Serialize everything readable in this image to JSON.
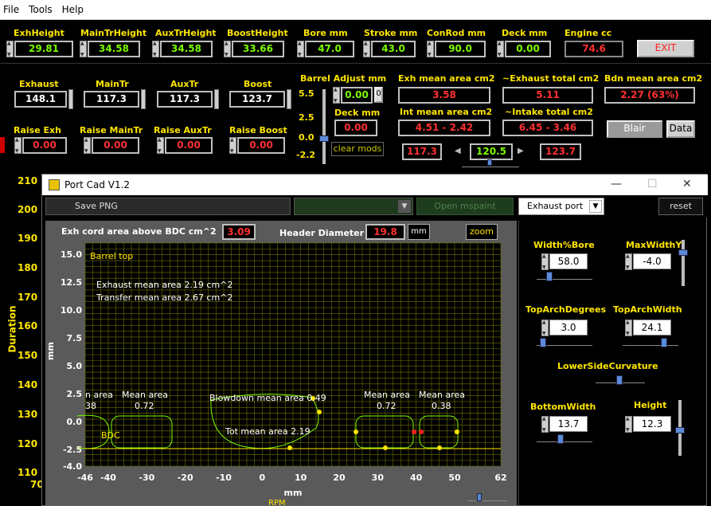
{
  "menu": [
    "File",
    "Tools",
    "Help"
  ],
  "row1": [
    {
      "label": "ExhHeight",
      "value": "29.81",
      "color": "green"
    },
    {
      "label": "MainTrHeight",
      "value": "34.58",
      "color": "green"
    },
    {
      "label": "AuxTrHeight",
      "value": "34.58",
      "color": "green"
    },
    {
      "label": "BoostHeight",
      "value": "33.66",
      "color": "green"
    },
    {
      "label": "Bore mm",
      "value": "47.0",
      "color": "green"
    },
    {
      "label": "Stroke mm",
      "value": "43.0",
      "color": "green"
    },
    {
      "label": "ConRod mm",
      "value": "90.0",
      "color": "green"
    },
    {
      "label": "Deck mm",
      "value": "0.00",
      "color": "green"
    },
    {
      "label": "Engine cc",
      "value": "74.6",
      "color": "red"
    }
  ],
  "exit_label": "EXIT",
  "row2_top": [
    {
      "label": "Exhaust",
      "value": "148.1"
    },
    {
      "label": "MainTr",
      "value": "117.3"
    },
    {
      "label": "AuxTr",
      "value": "117.3"
    },
    {
      "label": "Boost",
      "value": "123.7"
    }
  ],
  "row2_raise": [
    {
      "label": "Raise Exh",
      "value": "0.00"
    },
    {
      "label": "Raise MainTr",
      "value": "0.00"
    },
    {
      "label": "Raise AuxTr",
      "value": "0.00"
    },
    {
      "label": "Raise Boost",
      "value": "0.00"
    }
  ],
  "barrel": {
    "label": "Barrel Adjust mm",
    "value": "0.00",
    "ticks": [
      "5.5",
      "2.5",
      "0.0",
      "-2.2"
    ],
    "deck_label": "Deck mm",
    "deck_value": "0.00",
    "clear_mods": "clear mods",
    "zero_btn": "0"
  },
  "areas": {
    "exh_mean_label": "Exh mean area cm2",
    "exh_mean_value": "3.58",
    "exh_total_label": "~Exhaust total cm2",
    "exh_total_value": "5.11",
    "bdn_label": "Bdn mean area cm2",
    "bdn_value": "2.27  (63%)",
    "int_mean_label": "Int mean area cm2",
    "int_mean_value": "4.51 - 2.42",
    "int_total_label": "~Intake total cm2",
    "int_total_value": "6.45 - 3.46",
    "bottom_left": "117.3",
    "bottom_center": "120.5",
    "bottom_right": "123.7"
  },
  "blair_label": "Blair",
  "data_label": "Data",
  "left_axis": {
    "label": "Duration",
    "ticks": [
      "210",
      "200",
      "190",
      "180",
      "170",
      "160",
      "150",
      "140",
      "130",
      "120",
      "110",
      "70"
    ]
  },
  "portcad": {
    "title": "Port Cad  V1.2",
    "save_png": "Save PNG",
    "open_mspaint": "Open mspaint",
    "exhaust_port": "Exhaust port",
    "reset": "reset",
    "cord_label": "Exh cord area above BDC  cm^2",
    "cord_value": "3.09",
    "header_label": "Header Diameter",
    "header_value": "19.8",
    "header_unit": "mm",
    "zoom": "zoom",
    "rpm_fragment": "RPM"
  },
  "plot": {
    "xlabel": "mm",
    "ylabel": "mm",
    "xticks": [
      "-46",
      "-40",
      "-30",
      "-20",
      "-10",
      "0",
      "10",
      "20",
      "30",
      "40",
      "50",
      "62"
    ],
    "yticks": [
      "15.0",
      "12.5",
      "10.0",
      "7.5",
      "5.0",
      "2.5",
      "0.0",
      "-2.5",
      "-4.0"
    ],
    "barrel_top": "Barrel top",
    "exh_mean_text": "Exhaust mean area  2.19 cm^2",
    "tr_mean_text": "Transfer mean area 2.67 cm^2",
    "lbl_n_area": "n area",
    "lbl_38_left": "38",
    "lbl_mean_area_1": "Mean area",
    "lbl_072_1": "0.72",
    "lbl_blowdown": "Blowdown mean area 0.49",
    "lbl_mean_area_2": "Mean area",
    "lbl_072_2": "0.72",
    "lbl_mean_area_3": "Mean area",
    "lbl_038": "0.38",
    "lbl_bdc": "BDC",
    "lbl_tot": "Tot mean area 2.19"
  },
  "right": {
    "width_bore_label": "Width%Bore",
    "width_bore_value": "58.0",
    "maxwidthy_label": "MaxWidthY",
    "maxwidthy_value": "-4.0",
    "toparch_deg_label": "TopArchDegrees",
    "toparch_deg_value": "3.0",
    "toparch_w_label": "TopArchWidth",
    "toparch_w_value": "24.1",
    "lower_curv_label": "LowerSideCurvature",
    "bottom_w_label": "BottomWidth",
    "bottom_w_value": "13.7",
    "height_label": "Height",
    "height_value": "12.3"
  }
}
